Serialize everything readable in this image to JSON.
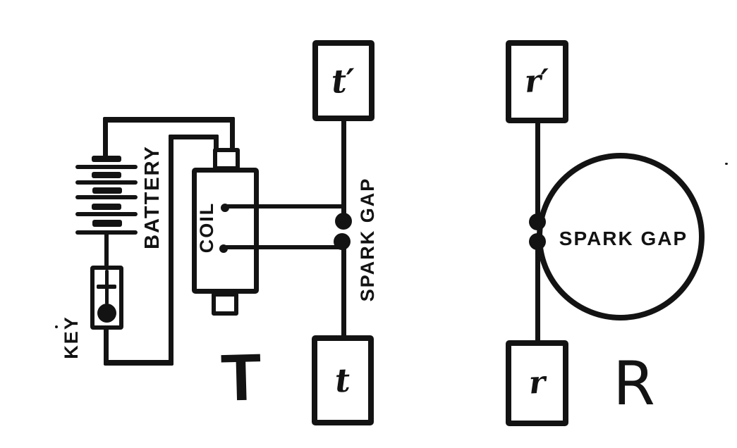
{
  "palette": {
    "ink": "#131313",
    "paper": "#ffffff"
  },
  "transmitter": {
    "battery_label": "BATTERY",
    "key_label": "KEY",
    "coil_label": "COIL",
    "spark_gap_label": "SPARK GAP",
    "terminal_top_label": "t′",
    "terminal_bottom_label": "t",
    "station_label": "T"
  },
  "receiver": {
    "spark_gap_label": "SPARK GAP",
    "terminal_top_label": "r′",
    "terminal_bottom_label": "r",
    "station_label": "R"
  }
}
